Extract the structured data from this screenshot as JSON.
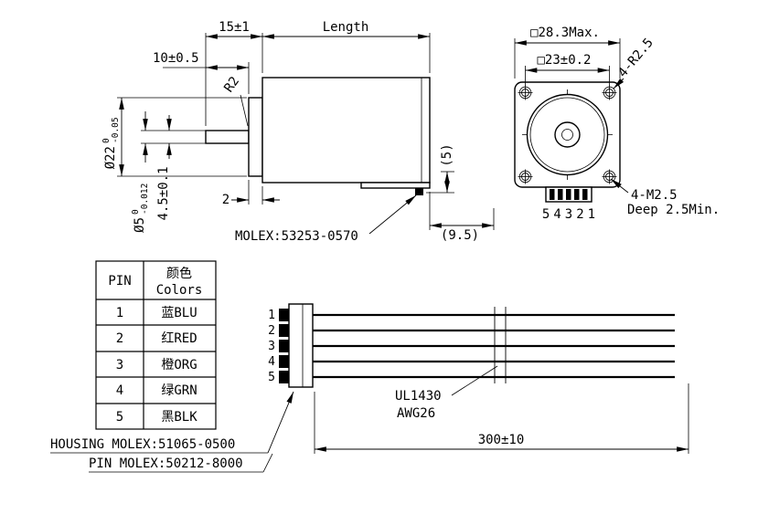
{
  "colors": {
    "background": "#ffffff",
    "line": "#000000"
  },
  "side_view": {
    "dim_shaft_total": "15±1",
    "dim_body_length": "Length",
    "dim_shaft_length": "10±0.5",
    "fillet_radius": "R2",
    "shaft_boss_dia": {
      "base": "Ø22",
      "tol_upper": "0",
      "tol_lower": "-0.05"
    },
    "shaft_dia": {
      "base": "Ø5",
      "tol_upper": "0",
      "tol_lower": "-0.012"
    },
    "dim_shaft_flat": "4.5±0.1",
    "dim_boss_step": "2",
    "connector_label": "MOLEX:53253-0570",
    "dim_connector_height": "(5)",
    "dim_connector_offset": "(9.5)"
  },
  "front_view": {
    "dim_outer_size": "□28.3Max.",
    "dim_hole_spacing": "□23±0.2",
    "corner_radius": "4-R2.5",
    "mounting_hole_line1": "4-M2.5",
    "mounting_hole_line2": "Deep 2.5Min.",
    "connector_pin_numbers": "54321"
  },
  "pin_table": {
    "header_pin": "PIN",
    "header_color_cn": "颜色",
    "header_color_en": "Colors",
    "rows": [
      {
        "pin": "1",
        "color": "蓝BLU"
      },
      {
        "pin": "2",
        "color": "红RED"
      },
      {
        "pin": "3",
        "color": "橙ORG"
      },
      {
        "pin": "4",
        "color": "绿GRN"
      },
      {
        "pin": "5",
        "color": "黑BLK"
      }
    ]
  },
  "harness": {
    "pin_labels": [
      "1",
      "2",
      "3",
      "4",
      "5"
    ],
    "wire_spec_line1": "UL1430",
    "wire_spec_line2": "AWG26",
    "dim_cable_length": "300±10",
    "housing_label": "HOUSING MOLEX:51065-0500",
    "pin_label": "PIN MOLEX:50212-8000"
  }
}
